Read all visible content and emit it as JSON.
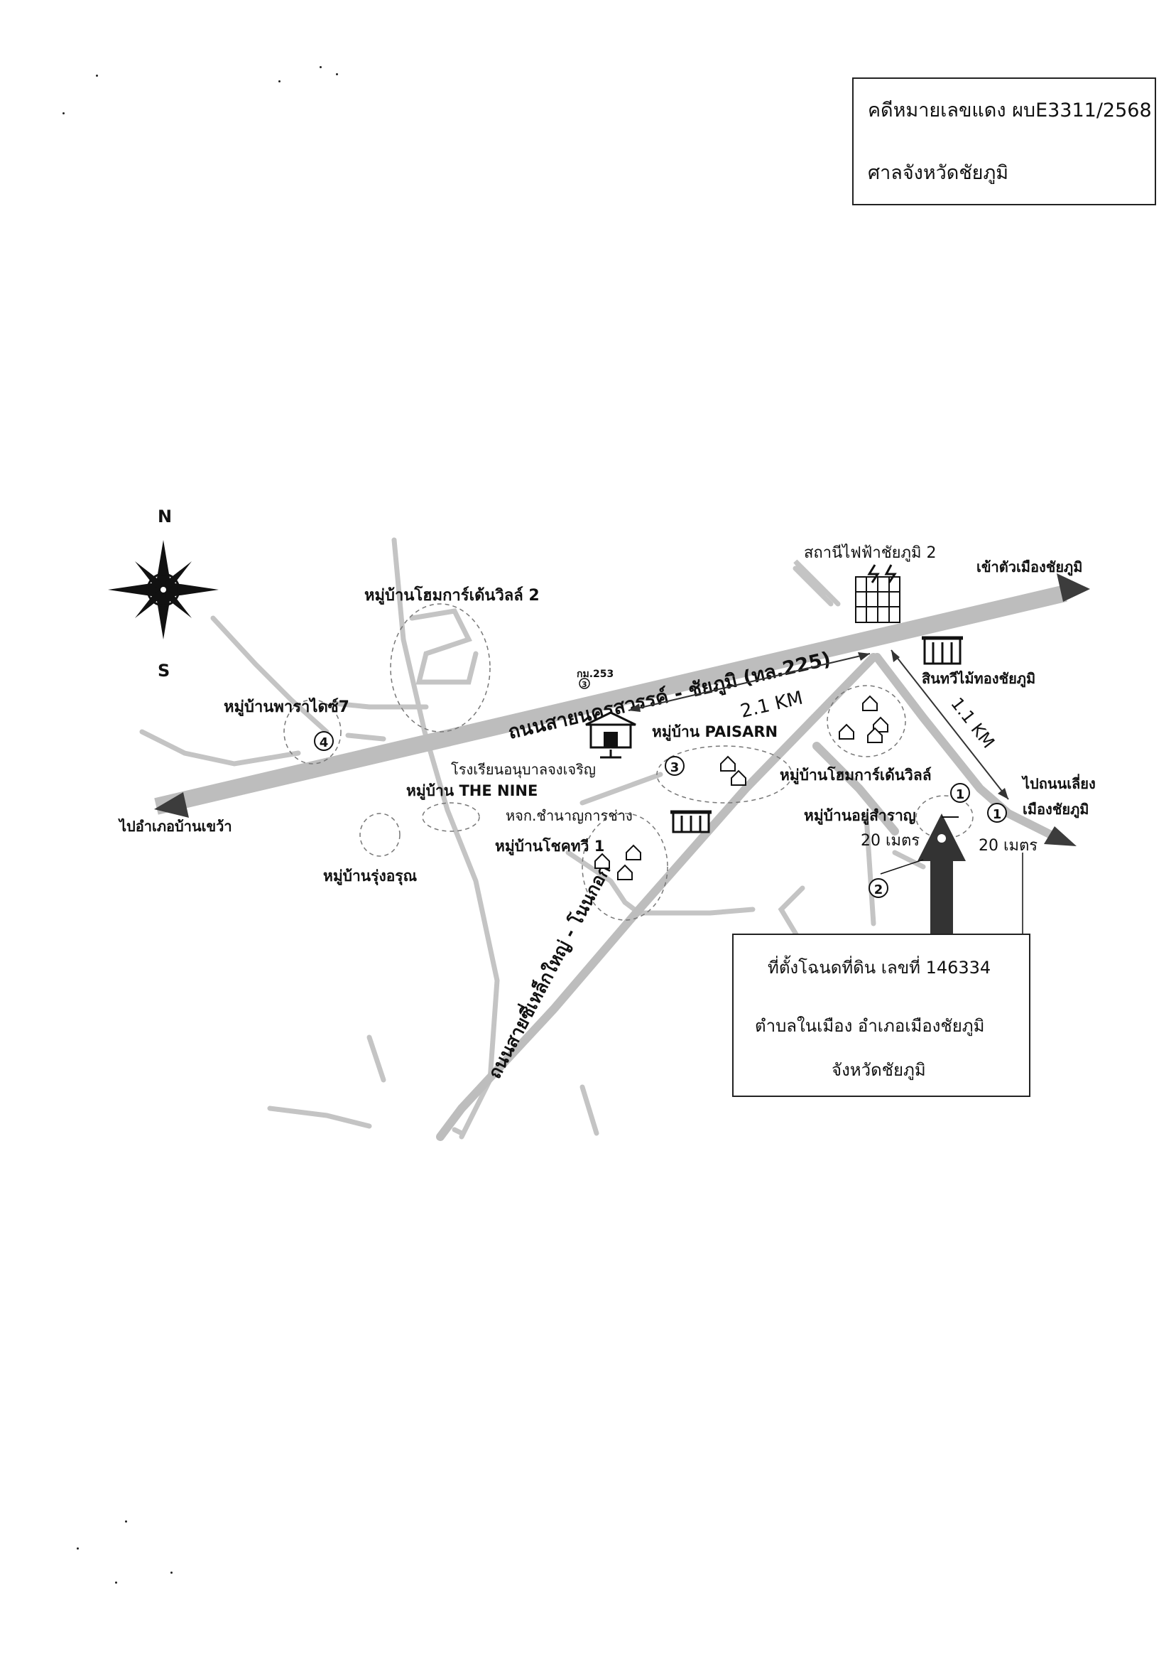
{
  "case_box": {
    "case_number": "คดีหมายเลขแดง ผบE3311/2568",
    "court": "ศาลจังหวัดชัยภูมิ"
  },
  "compass": {
    "north": "N",
    "south": "S"
  },
  "roads": {
    "main_road": "ถนนสายนครสวรรค์ - ชัยภูมิ (ทล.225)",
    "rail_road": "ถนนสายซี่เหล็กใหญ่ - โนนกอก",
    "km_marker": "กม.253",
    "km_marker_num": "3"
  },
  "directions": {
    "to_city": "เข้าตัวเมืองชัยภูมิ",
    "to_ban_khwao": "ไปอำเภอบ้านเขว้า",
    "to_bypass_1": "ไปถนนเลี่ยง",
    "to_bypass_2": "เมืองชัยภูมิ"
  },
  "distances": {
    "d1": "2.1 KM",
    "d2": "1.1 KM",
    "d3": "20 เมตร",
    "d4": "20 เมตร"
  },
  "places": {
    "power_station": "สถานีไฟฟ้าชัยภูมิ 2",
    "shop": "สินทวีไม้ทองชัยภูมิ",
    "home_garden_2": "หมู่บ้านโฮมการ์เด้นวิลล์ 2",
    "paradise7": "หมู่บ้านพาราไดซ์7",
    "paisarn": "หมู่บ้าน PAISARN",
    "school": "โรงเรียนอนุบาลจงเจริญ",
    "the_nine": "หมู่บ้าน THE NINE",
    "home_garden": "หมู่บ้านโฮมการ์เด้นวิลล์",
    "yu_saran": "หมู่บ้านอยู่สำราญ",
    "chamnan": "หจก.ชำนาญการช่าง",
    "chokthawi": "หมู่บ้านโชคทวี 1",
    "rung_arun": "หมู่บ้านรุ่งอรุณ"
  },
  "circled_markers": [
    "1",
    "2",
    "3",
    "4"
  ],
  "land_box": {
    "deed": "ที่ตั้งโฉนดที่ดิน เลขที่ 146334",
    "district": "ตำบลในเมือง อำเภอเมืองชัยภูมิ",
    "province": "จังหวัดชัยภูมิ"
  },
  "colors": {
    "road": "#bdbdbd",
    "thin_road": "#c4c4c4",
    "ink": "#111111",
    "arrow": "#3c3c3c"
  }
}
